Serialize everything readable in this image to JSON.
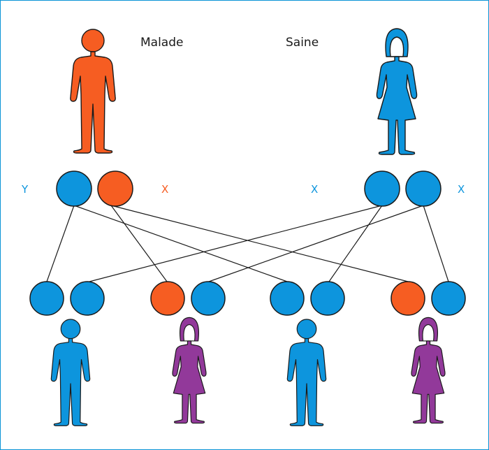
{
  "parents": {
    "father_label": "Malade",
    "mother_label": "Saine"
  },
  "chromosome_labels": {
    "father_y": "Y",
    "father_x": "X",
    "mother_x1": "X",
    "mother_x2": "X"
  },
  "colors": {
    "blue": "#0d95dd",
    "orange": "#f65d22",
    "purple": "#92399a",
    "outline": "#1a1a1a",
    "frame": "#0a94d6"
  },
  "parent_chromosomes": {
    "father": [
      "blue",
      "orange"
    ],
    "mother": [
      "blue",
      "blue"
    ]
  },
  "offspring": [
    {
      "chromosomes": [
        "blue",
        "blue"
      ],
      "figure": "male",
      "color": "blue"
    },
    {
      "chromosomes": [
        "orange",
        "blue"
      ],
      "figure": "female",
      "color": "purple"
    },
    {
      "chromosomes": [
        "blue",
        "blue"
      ],
      "figure": "male",
      "color": "blue"
    },
    {
      "chromosomes": [
        "orange",
        "blue"
      ],
      "figure": "female",
      "color": "purple"
    }
  ]
}
